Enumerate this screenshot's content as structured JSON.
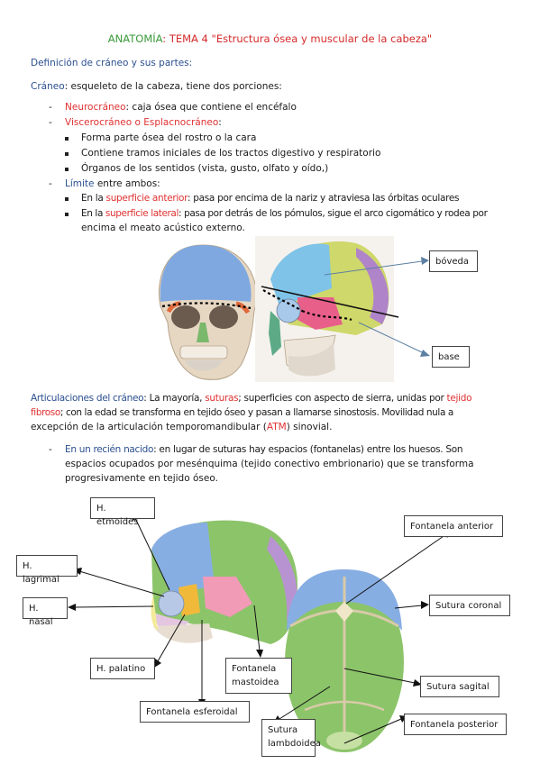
{
  "title": {
    "part1": "ANATOMÍA",
    "part2": ": TEMA 4 \"Estructura ósea y muscular de la cabeza\""
  },
  "section1": {
    "heading": "Definición de cráneo y sus partes:"
  },
  "craneo": {
    "term": "Cráneo",
    "text": ": esqueleto de la cabeza, tiene dos porciones:"
  },
  "neuro": {
    "term": "Neurocráneo",
    "text": ": caja ósea que contiene el encéfalo"
  },
  "viscero": {
    "term": "Viscerocráneo o Esplacnocráneo",
    "items": [
      "Forma parte ósea del rostro o la cara",
      "Contiene tramos iniciales de los tractos digestivo y respiratorio",
      "Órganos de los sentidos (vista, gusto, olfato y oído,)"
    ]
  },
  "limite": {
    "term": "Límite",
    "text": " entre ambos:",
    "item1": {
      "pre": "En la ",
      "term": "superficie anterior",
      "post": ": pasa por encima de la nariz y atraviesa las órbitas oculares"
    },
    "item2": {
      "pre": "En la ",
      "term": "superficie lateral",
      "post": ": pasa por detrás de los pómulos, sigue el arco cigomático y rodea por",
      "line2": "encima el meato acústico externo."
    }
  },
  "skull_labels": {
    "boveda": "bóveda",
    "base": "base"
  },
  "articulaciones": {
    "term": "Articulaciones del cráneo",
    "t1": ": La mayoría, ",
    "suturas": "suturas",
    "t2": "; superficies con aspecto de sierra, unidas por ",
    "tejido": "tejido",
    "fibroso": "fibroso",
    "t3": "; con la edad se transforma en tejido óseo y pasan a llamarse sinostosis. Movilidad nula a",
    "t4": "excepción de la articulación temporomandibular (",
    "atm": "ATM",
    "t5": ") sinovial."
  },
  "recien": {
    "term": "En un recién nacido",
    "text": ": en lugar de suturas hay espacios (fontanelas) entre los huesos. Son",
    "line2": "espacios ocupados por mesénquima (tejido conectivo embrionario) que se transforma",
    "line3": "progresivamente en tejido óseo."
  },
  "fetal_labels": {
    "etmoides": "H. etmoides",
    "lagrimal": "H. lagrimal",
    "nasal": "H. nasal",
    "palatino": "H. palatino",
    "mastoidea": "Fontanela mastoidea",
    "esfenoidal": "Fontanela esferoidal",
    "lambdoidea": "Sutura lambdoidea",
    "anterior": "Fontanela anterior",
    "coronal": "Sutura coronal",
    "sagital": "Sutura sagital",
    "posterior": "Fontanela posterior"
  }
}
